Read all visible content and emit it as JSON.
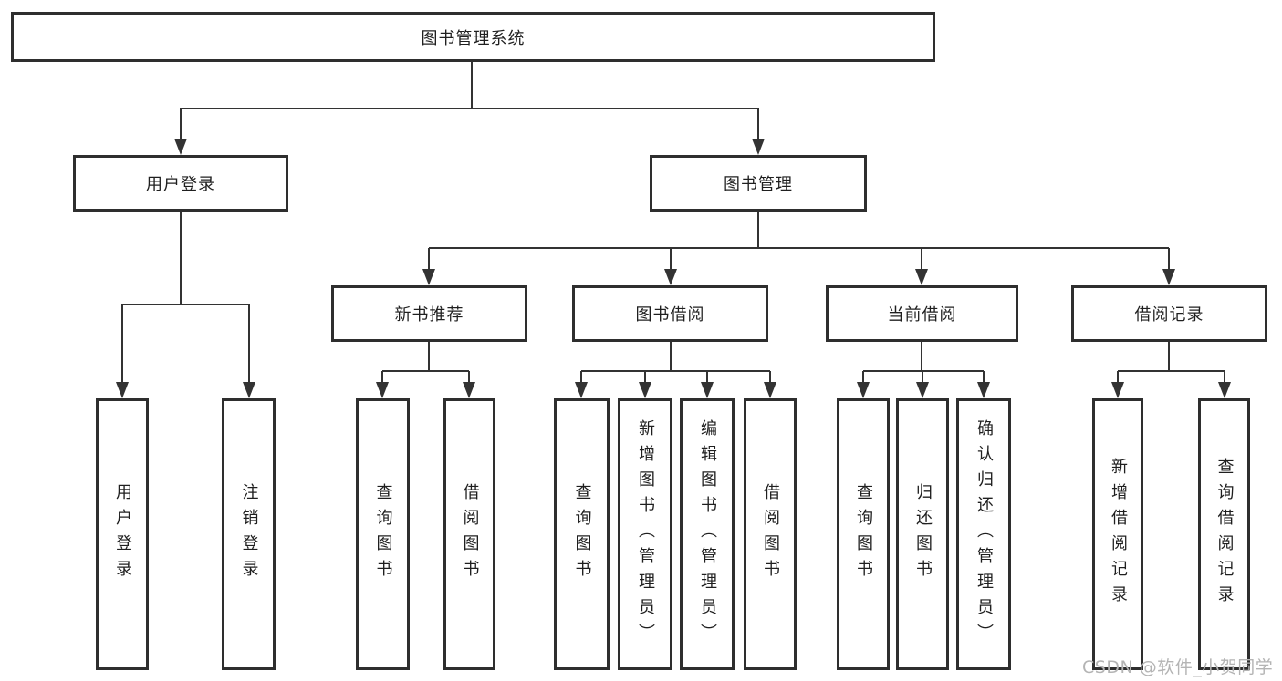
{
  "diagram": {
    "root": {
      "label": "图书管理系统"
    },
    "level2": [
      {
        "label": "用户登录"
      },
      {
        "label": "图书管理"
      }
    ],
    "level3": [
      {
        "label": "新书推荐"
      },
      {
        "label": "图书借阅"
      },
      {
        "label": "当前借阅"
      },
      {
        "label": "借阅记录"
      }
    ],
    "leaves_user_login": [
      {
        "label": "用户登录"
      },
      {
        "label": "注销登录"
      }
    ],
    "leaves_new_book": [
      {
        "label": "查询图书"
      },
      {
        "label": "借阅图书"
      }
    ],
    "leaves_book_borrow": [
      {
        "label": "查询图书"
      },
      {
        "label": "新增图书（管理员）"
      },
      {
        "label": "编辑图书（管理员）"
      },
      {
        "label": "借阅图书"
      }
    ],
    "leaves_current_borrow": [
      {
        "label": "查询图书"
      },
      {
        "label": "归还图书"
      },
      {
        "label": "确认归还（管理员）"
      }
    ],
    "leaves_borrow_records": [
      {
        "label": "新增借阅记录"
      },
      {
        "label": "查询借阅记录"
      }
    ],
    "colors": {
      "line": "#333333",
      "border": "#2e2e2e",
      "text": "#1f1f1f",
      "background": "#ffffff",
      "watermark": "#b4b4b4"
    }
  },
  "watermark": {
    "text": "CSDN @软件_小贺同学"
  }
}
